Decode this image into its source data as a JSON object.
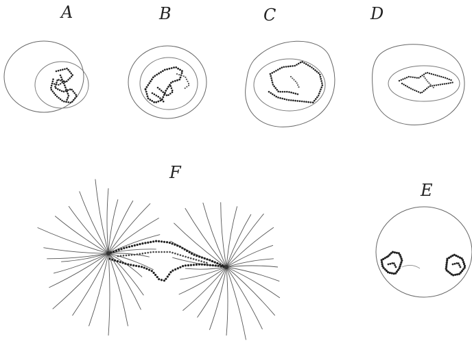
{
  "figure": {
    "labels": {
      "A": "A",
      "B": "B",
      "C": "C",
      "D": "D",
      "E": "E",
      "F": "F"
    },
    "colors": {
      "ink": "#222222",
      "line": "#555555",
      "background": "#ffffff"
    }
  }
}
